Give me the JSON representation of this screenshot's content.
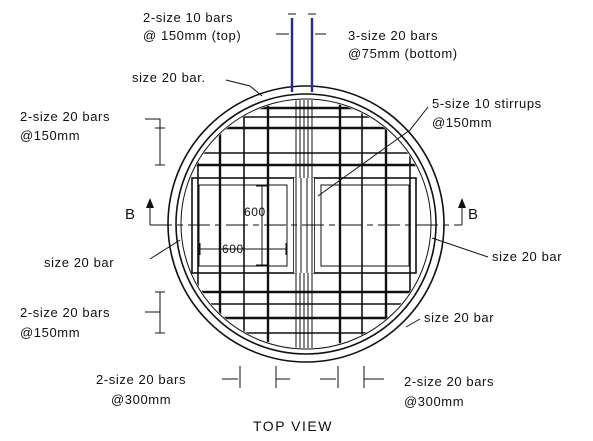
{
  "labels": {
    "top_left_1": "2-size 10 bars",
    "top_left_2": "@ 150mm (top)",
    "top_right_1": "3-size 20 bars",
    "top_right_2": "@75mm (bottom)",
    "size20_top": "size 20 bar.",
    "left_upper_1": "2-size 20 bars",
    "left_upper_2": "@150mm",
    "stirrups_1": "5-size 10 stirrups",
    "stirrups_2": "@150mm",
    "dim_vertical": "600",
    "dim_horizontal": "600",
    "section_left": "B",
    "section_right": "B",
    "size20_left": "size 20 bar",
    "size20_right": "size 20 bar",
    "left_lower_1": "2-size 20 bars",
    "left_lower_2": "@150mm",
    "size20_lower_right": "size 20 bar",
    "bottom_left_1": "2-size 20 bars",
    "bottom_left_2": "@300mm",
    "bottom_right_1": "2-size 20 bars",
    "bottom_right_2": "@300mm",
    "caption": "TOP VIEW"
  },
  "colors": {
    "ink": "#111111",
    "dowel_blue": "#2a2a8c"
  }
}
